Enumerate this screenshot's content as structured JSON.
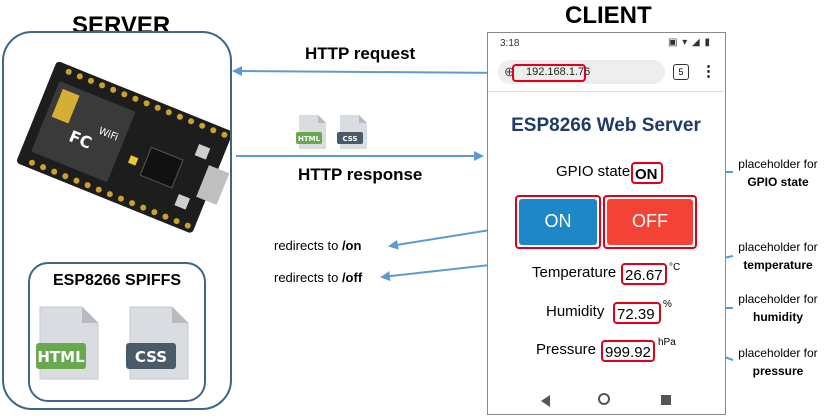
{
  "titles": {
    "server": "SERVER",
    "client": "CLIENT"
  },
  "spiffs": {
    "title": "ESP8266 SPIFFS",
    "files": [
      "HTML",
      "CSS"
    ]
  },
  "arrows": {
    "request": "HTTP request",
    "response": "HTTP response",
    "response_files": [
      "HTML",
      "CSS"
    ]
  },
  "phone": {
    "time": "3:18",
    "url": "192.168.1.76",
    "tab_count": "5",
    "menu": "⋮",
    "page_title": "ESP8266 Web Server",
    "gpio_label": "GPIO state",
    "gpio_value": "ON",
    "on_button": "ON",
    "off_button": "OFF",
    "temperature_label": "Temperature",
    "temperature_value": "26.67",
    "temperature_unit": "°C",
    "humidity_label": "Humidity",
    "humidity_value": "72.39",
    "humidity_unit": "%",
    "pressure_label": "Pressure",
    "pressure_value": "999.92",
    "pressure_unit": "hPa"
  },
  "redirects": {
    "on_prefix": "redirects to",
    "on_path": "/on",
    "off_prefix": "redirects to",
    "off_path": "/off"
  },
  "notes": {
    "gpio": {
      "line1": "placeholder for",
      "line2": "GPIO state"
    },
    "temperature": {
      "line1": "placeholder for",
      "line2": "temperature"
    },
    "humidity": {
      "line1": "placeholder for",
      "line2": "humidity"
    },
    "pressure": {
      "line1": "placeholder for",
      "line2": "pressure"
    }
  },
  "board": {
    "logo": "FC",
    "wifi": "WiFi"
  },
  "colors": {
    "frame": "#3f6589",
    "arrow": "#5b9bd5",
    "highlight": "#e0001b",
    "on_button": "#1e88c7",
    "off_button": "#f44336",
    "html_file": "#6aa84f",
    "css_file": "#4b5a68"
  }
}
